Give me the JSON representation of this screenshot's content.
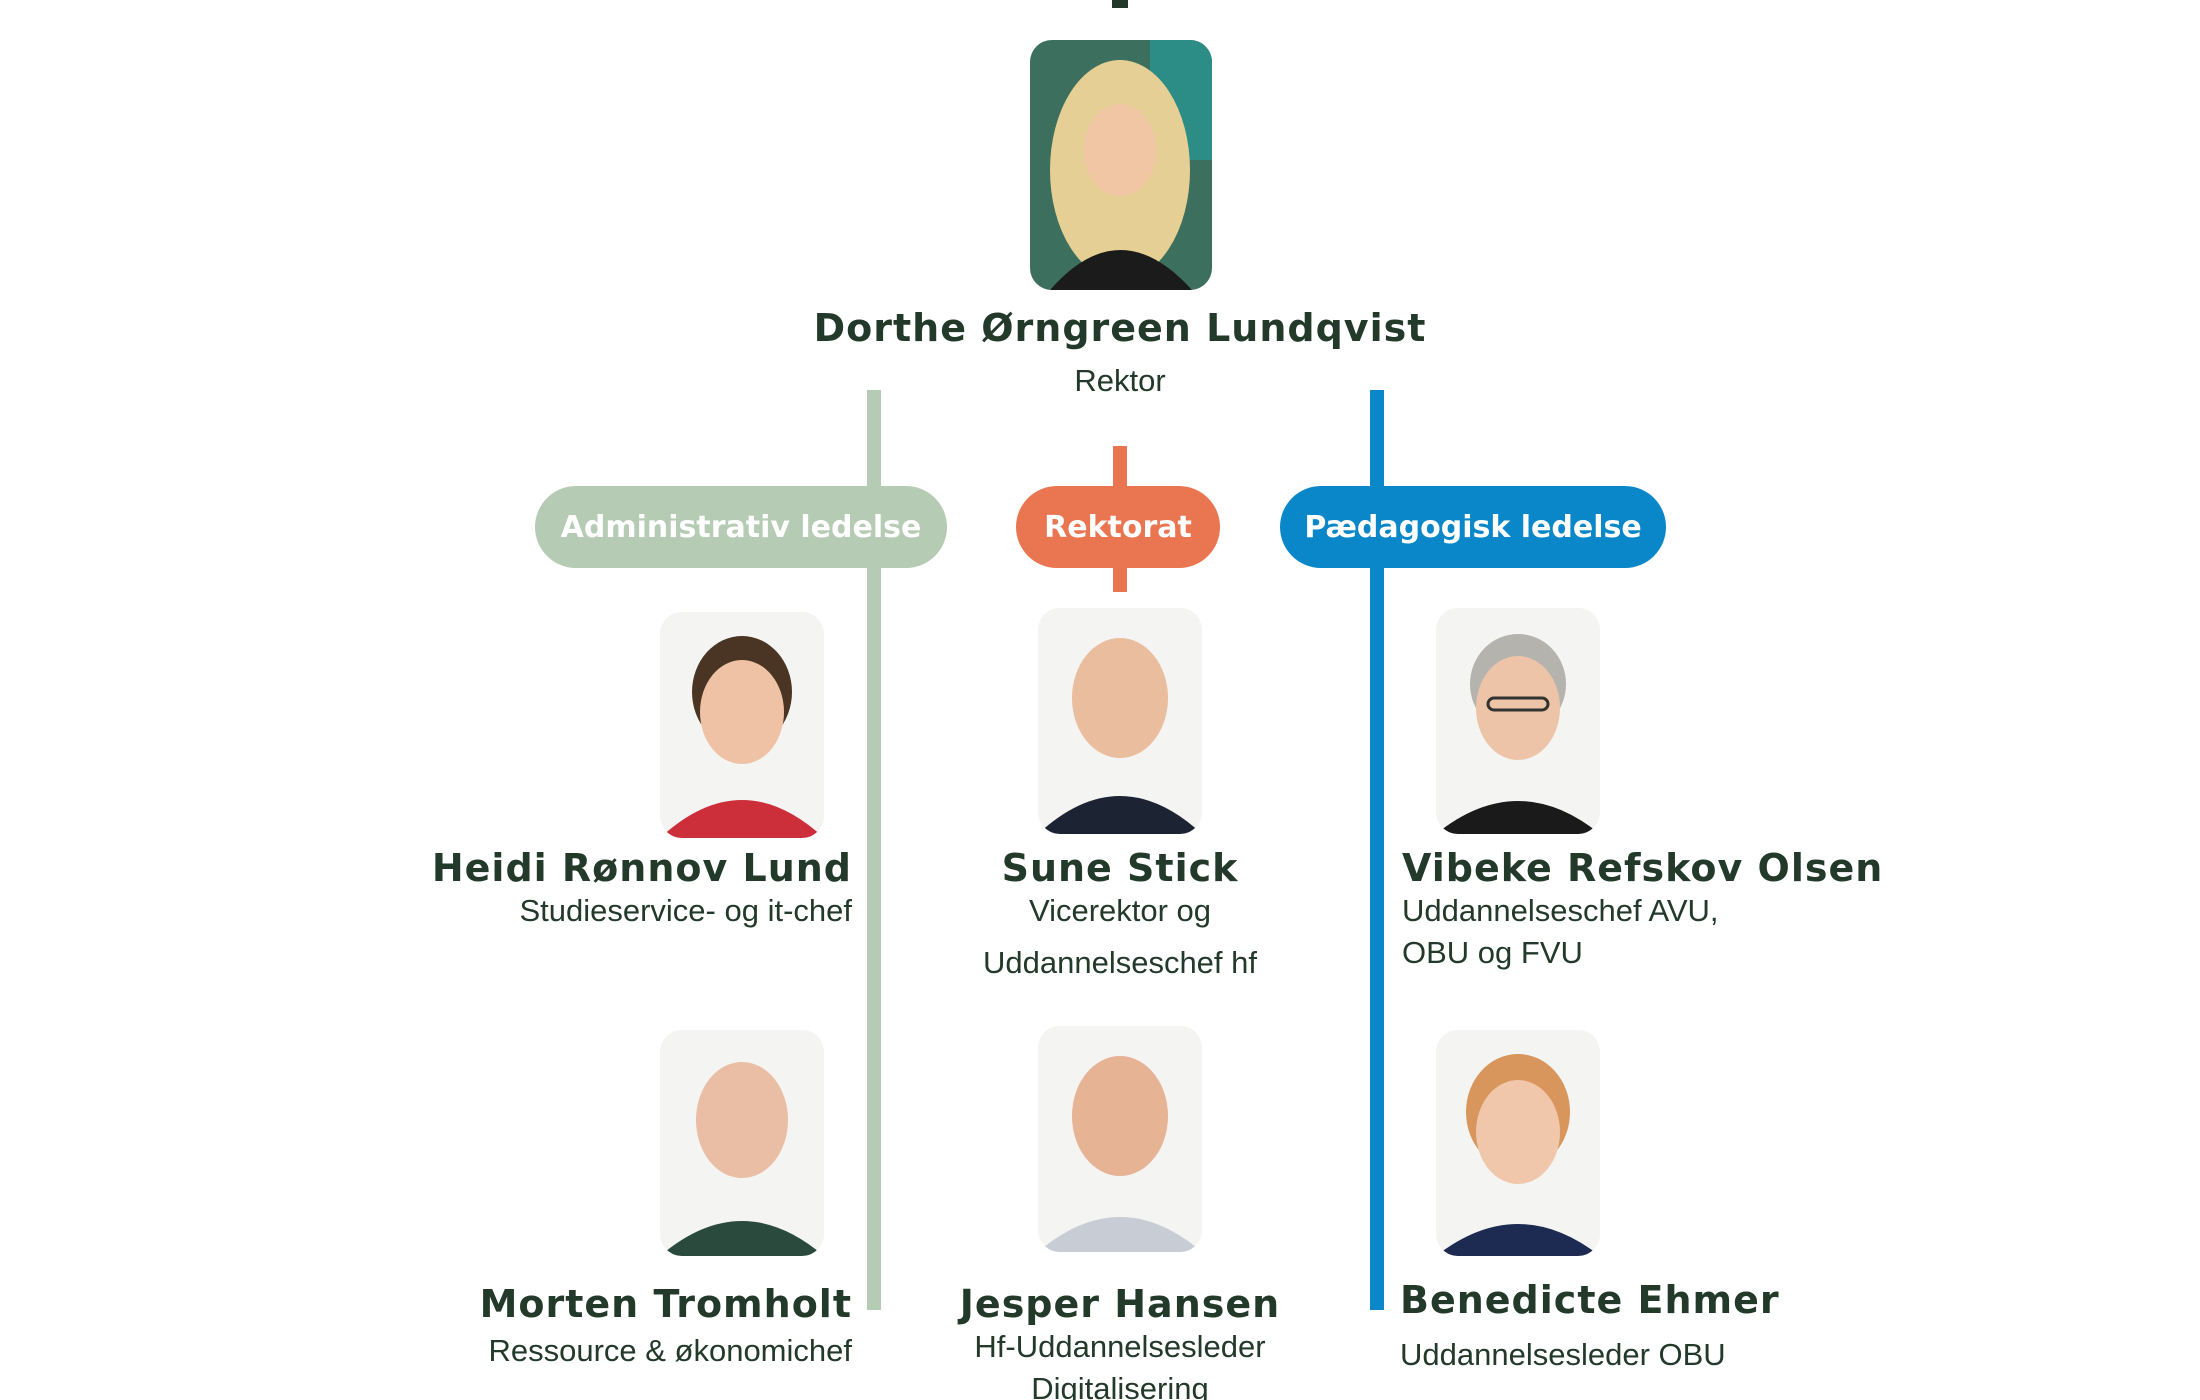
{
  "colors": {
    "admin": "#b5cbb4",
    "rektorat": "#ea7551",
    "paedagogisk": "#0a87c9",
    "text": "#233a2a"
  },
  "top": {
    "name": "Dorthe Ørngreen Lundqvist",
    "role": "Rektor"
  },
  "categories": {
    "admin": "Administrativ ledelse",
    "rektorat": "Rektorat",
    "paedagogisk": "Pædagogisk ledelse"
  },
  "people": {
    "heidi": {
      "name": "Heidi Rønnov Lund",
      "role1": "Studieservice- og it-chef"
    },
    "sune": {
      "name": "Sune Stick",
      "role1": "Vicerektor og",
      "role2": "Uddannelseschef hf"
    },
    "vibeke": {
      "name": "Vibeke Refskov Olsen",
      "role1": "Uddannelseschef AVU,",
      "role2": "OBU og FVU"
    },
    "morten": {
      "name": "Morten Tromholt",
      "role1": "Ressource & økonomichef"
    },
    "jesper": {
      "name": "Jesper Hansen",
      "role1": "Hf-Uddannelsesleder",
      "role2": "Digitalisering"
    },
    "benedicte": {
      "name": "Benedicte Ehmer",
      "role1": "Uddannelsesleder OBU"
    }
  }
}
